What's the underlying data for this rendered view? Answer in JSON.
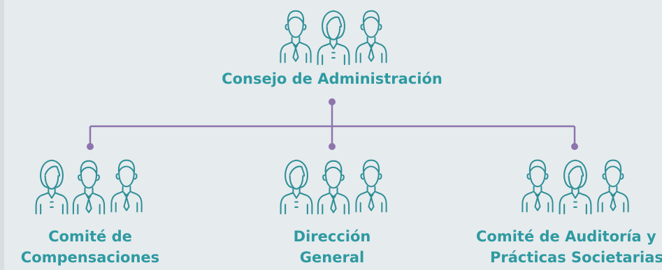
{
  "colors": {
    "background": "#e6ebee",
    "icon_stroke": "#2e8f97",
    "label_text": "#2e9aa1",
    "connector": "#8d74ac"
  },
  "nodes": {
    "top": {
      "label": "Consejo de Administración",
      "icon": "group-people-icon"
    },
    "left": {
      "label_line1": "Comité de",
      "label_line2": "Compensaciones",
      "icon": "group-people-icon"
    },
    "center": {
      "label_line1": "Dirección",
      "label_line2": "General",
      "icon": "group-people-icon"
    },
    "right": {
      "label_line1": "Comité de Auditoría y",
      "label_line2": "Prácticas Societarias",
      "icon": "group-people-icon"
    }
  }
}
